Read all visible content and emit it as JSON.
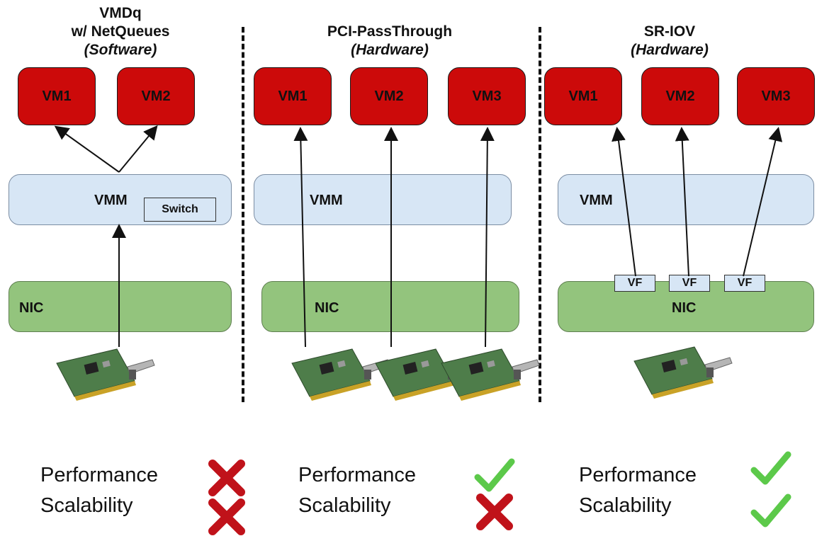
{
  "panels": [
    {
      "title": "VMDq",
      "title2": "w/ NetQueues",
      "subtitle": "(Software)",
      "vms": [
        "VM1",
        "VM2"
      ],
      "vmm": "VMM",
      "switch": "Switch",
      "nic": "NIC",
      "performance_label": "Performance",
      "scalability_label": "Scalability",
      "performance": "cross",
      "scalability": "cross"
    },
    {
      "title": "PCI-PassThrough",
      "subtitle": "(Hardware)",
      "vms": [
        "VM1",
        "VM2",
        "VM3"
      ],
      "vmm": "VMM",
      "nic": "NIC",
      "performance_label": "Performance",
      "scalability_label": "Scalability",
      "performance": "check",
      "scalability": "cross"
    },
    {
      "title": "SR-IOV",
      "subtitle": "(Hardware)",
      "vms": [
        "VM1",
        "VM2",
        "VM3"
      ],
      "vmm": "VMM",
      "vfs": [
        "VF",
        "VF",
        "VF"
      ],
      "nic": "NIC",
      "performance_label": "Performance",
      "scalability_label": "Scalability",
      "performance": "check",
      "scalability": "check"
    }
  ],
  "colors": {
    "vm": "#cc0a0a",
    "vmm": "#d7e6f5",
    "nic": "#93c47d",
    "check": "#5cc94a",
    "cross": "#c0121a"
  }
}
